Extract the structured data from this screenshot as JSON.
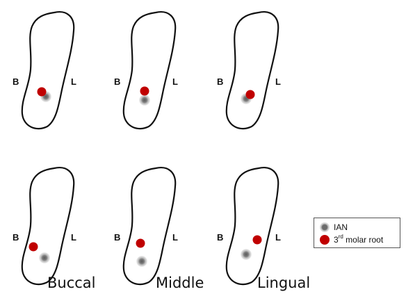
{
  "side_labels": {
    "buccal": "B",
    "lingual": "L"
  },
  "row_labels": [
    "Buccal",
    "Middle",
    "Lingual"
  ],
  "colors": {
    "ian": "#808080",
    "molar_root": "#c00000",
    "outline": "#111111"
  },
  "legend": {
    "items": [
      {
        "key": "ian",
        "label": "IAN",
        "sup": "",
        "suffix": ""
      },
      {
        "key": "molar",
        "label": "3",
        "sup": "rd",
        "suffix": " molar root"
      }
    ]
  },
  "panels": [
    {
      "row": 1,
      "col": 1,
      "relation": "overlapping"
    },
    {
      "row": 1,
      "col": 2,
      "relation": "overlapping"
    },
    {
      "row": 1,
      "col": 3,
      "relation": "overlapping"
    },
    {
      "row": 2,
      "col": 1,
      "relation": "buccal"
    },
    {
      "row": 2,
      "col": 2,
      "relation": "middle"
    },
    {
      "row": 2,
      "col": 3,
      "relation": "lingual"
    }
  ]
}
